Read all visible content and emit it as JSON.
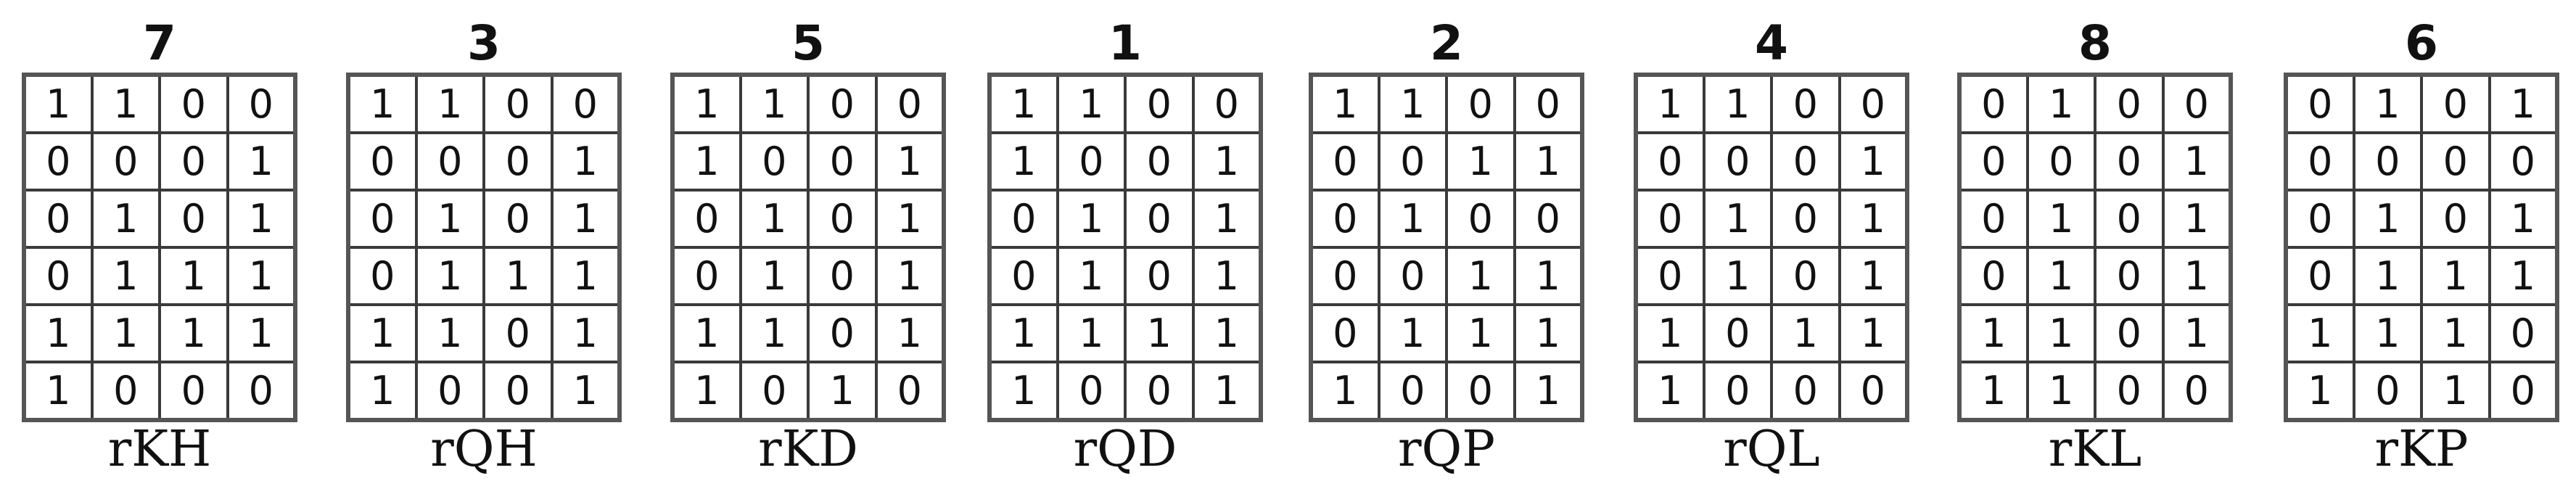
{
  "panels": [
    {
      "number": "7",
      "label": "rKH",
      "grid": [
        [
          "1",
          "1",
          "0",
          "0"
        ],
        [
          "0",
          "0",
          "0",
          "1"
        ],
        [
          "0",
          "1",
          "0",
          "1"
        ],
        [
          "0",
          "1",
          "1",
          "1"
        ],
        [
          "1",
          "1",
          "1",
          "1"
        ],
        [
          "1",
          "0",
          "0",
          "0"
        ]
      ]
    },
    {
      "number": "3",
      "label": "rQH",
      "grid": [
        [
          "1",
          "1",
          "0",
          "0"
        ],
        [
          "0",
          "0",
          "0",
          "1"
        ],
        [
          "0",
          "1",
          "0",
          "1"
        ],
        [
          "0",
          "1",
          "1",
          "1"
        ],
        [
          "1",
          "1",
          "0",
          "1"
        ],
        [
          "1",
          "0",
          "0",
          "1"
        ]
      ]
    },
    {
      "number": "5",
      "label": "rKD",
      "grid": [
        [
          "1",
          "1",
          "0",
          "0"
        ],
        [
          "1",
          "0",
          "0",
          "1"
        ],
        [
          "0",
          "1",
          "0",
          "1"
        ],
        [
          "0",
          "1",
          "0",
          "1"
        ],
        [
          "1",
          "1",
          "0",
          "1"
        ],
        [
          "1",
          "0",
          "1",
          "0"
        ]
      ]
    },
    {
      "number": "1",
      "label": "rQD",
      "grid": [
        [
          "1",
          "1",
          "0",
          "0"
        ],
        [
          "1",
          "0",
          "0",
          "1"
        ],
        [
          "0",
          "1",
          "0",
          "1"
        ],
        [
          "0",
          "1",
          "0",
          "1"
        ],
        [
          "1",
          "1",
          "1",
          "1"
        ],
        [
          "1",
          "0",
          "0",
          "1"
        ]
      ]
    },
    {
      "number": "2",
      "label": "rQP",
      "grid": [
        [
          "1",
          "1",
          "0",
          "0"
        ],
        [
          "0",
          "0",
          "1",
          "1"
        ],
        [
          "0",
          "1",
          "0",
          "0"
        ],
        [
          "0",
          "0",
          "1",
          "1"
        ],
        [
          "0",
          "1",
          "1",
          "1"
        ],
        [
          "1",
          "0",
          "0",
          "1"
        ]
      ]
    },
    {
      "number": "4",
      "label": "rQL",
      "grid": [
        [
          "1",
          "1",
          "0",
          "0"
        ],
        [
          "0",
          "0",
          "0",
          "1"
        ],
        [
          "0",
          "1",
          "0",
          "1"
        ],
        [
          "0",
          "1",
          "0",
          "1"
        ],
        [
          "1",
          "0",
          "1",
          "1"
        ],
        [
          "1",
          "0",
          "0",
          "0"
        ]
      ]
    },
    {
      "number": "8",
      "label": "rKL",
      "grid": [
        [
          "0",
          "1",
          "0",
          "0"
        ],
        [
          "0",
          "0",
          "0",
          "1"
        ],
        [
          "0",
          "1",
          "0",
          "1"
        ],
        [
          "0",
          "1",
          "0",
          "1"
        ],
        [
          "1",
          "1",
          "0",
          "1"
        ],
        [
          "1",
          "1",
          "0",
          "0"
        ]
      ]
    },
    {
      "number": "6",
      "label": "rKP",
      "grid": [
        [
          "0",
          "1",
          "0",
          "1"
        ],
        [
          "0",
          "0",
          "0",
          "0"
        ],
        [
          "0",
          "1",
          "0",
          "1"
        ],
        [
          "0",
          "1",
          "1",
          "1"
        ],
        [
          "1",
          "1",
          "1",
          "0"
        ],
        [
          "1",
          "0",
          "1",
          "0"
        ]
      ]
    }
  ]
}
